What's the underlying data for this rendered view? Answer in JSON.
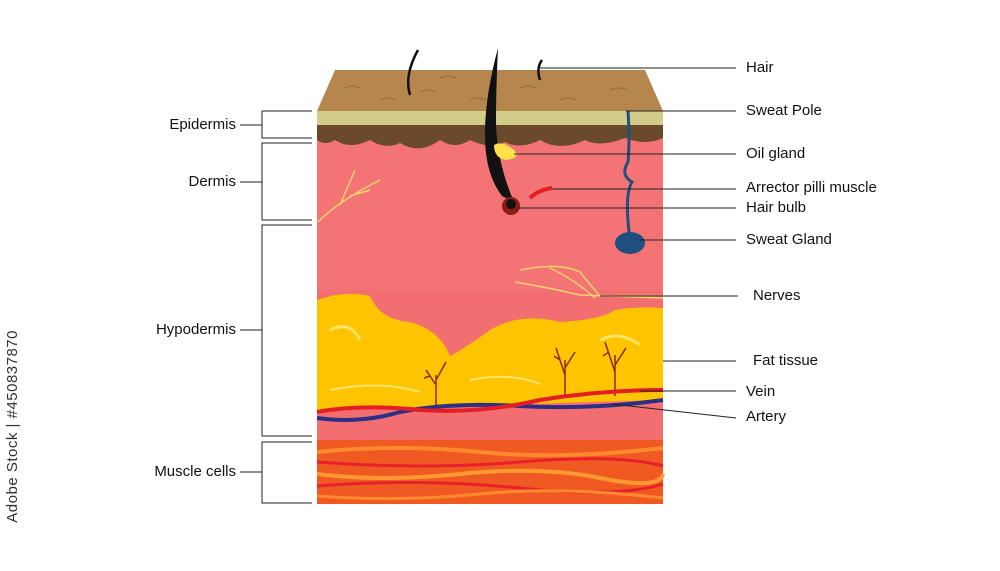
{
  "labels": {
    "left": {
      "epidermis": "Epidermis",
      "dermis": "Dermis",
      "hypodermis": "Hypodermis",
      "muscle": "Muscle cells"
    },
    "right": {
      "hair": "Hair",
      "sweat_pole": "Sweat Pole",
      "oil_gland": "Oil gland",
      "arrector": "Arrector pilli muscle",
      "hair_bulb": "Hair bulb",
      "sweat_gland": "Sweat Gland",
      "nerves": "Nerves",
      "fat_tissue": "Fat tissue",
      "vein": "Vein",
      "artery": "Artery"
    }
  },
  "watermark": "Adobe Stock | #450837870",
  "colors": {
    "surface": "#b5874e",
    "epidermis_band": "#d2cd8a",
    "melanin": "#6b4a2c",
    "dermis": "#f47476",
    "hypodermis_pink": "#f26e70",
    "fat": "#ffc400",
    "muscle": "#f05a22",
    "vein": "#2b2f86",
    "artery": "#e31e24",
    "sweat_duct": "#1f4f7f",
    "hair": "#111111"
  }
}
